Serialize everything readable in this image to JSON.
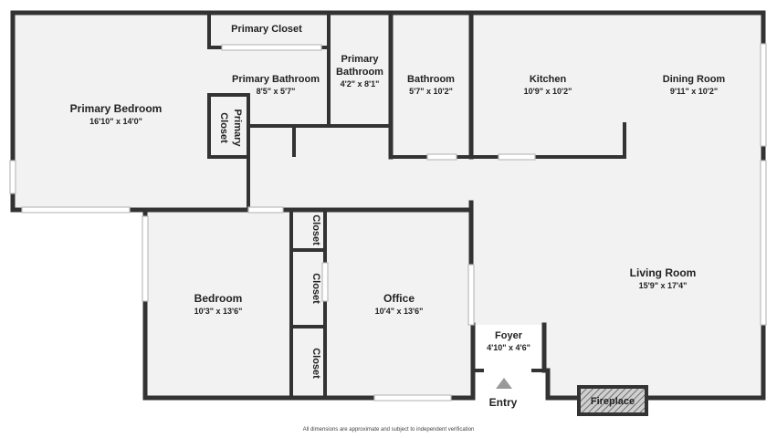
{
  "rooms": {
    "primary_bedroom": {
      "name": "Primary Bedroom",
      "dims": "16'10\" x 14'0\""
    },
    "primary_closet_top": {
      "name": "Primary Closet"
    },
    "primary_bathroom": {
      "name": "Primary Bathroom",
      "dims": "8'5\" x 5'7\""
    },
    "primary_bathroom_small": {
      "name_line1": "Primary",
      "name_line2": "Bathroom",
      "dims": "4'2\" x 8'1\""
    },
    "bathroom": {
      "name": "Bathroom",
      "dims": "5'7\" x 10'2\""
    },
    "kitchen": {
      "name": "Kitchen",
      "dims": "10'9\" x 10'2\""
    },
    "dining_room": {
      "name": "Dining Room",
      "dims": "9'11\" x 10'2\""
    },
    "primary_closet_side": {
      "name_line1": "Primary",
      "name_line2": "Closet"
    },
    "closet_1": {
      "name": "Closet"
    },
    "closet_2": {
      "name": "Closet"
    },
    "closet_3": {
      "name": "Closet"
    },
    "bedroom": {
      "name": "Bedroom",
      "dims": "10'3\" x 13'6\""
    },
    "office": {
      "name": "Office",
      "dims": "10'4\" x 13'6\""
    },
    "living_room": {
      "name": "Living Room",
      "dims": "15'9\" x 17'4\""
    },
    "foyer": {
      "name": "Foyer",
      "dims": "4'10\" x 4'6\""
    },
    "fireplace": {
      "name": "Fireplace"
    }
  },
  "entry_label": "Entry",
  "disclaimer": "All dimensions are approximate and subject to independent verification",
  "colors": {
    "wall": "#333333",
    "floor": "#f2f2f2",
    "window": "#bcbcbc"
  }
}
